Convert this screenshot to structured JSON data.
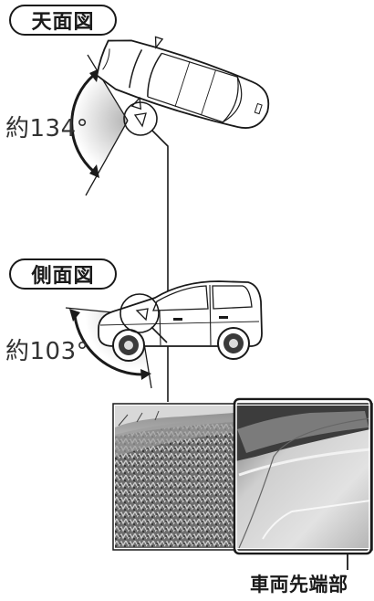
{
  "labels": {
    "top_view": "天面図",
    "side_view": "側面図",
    "top_angle": "約134°",
    "side_angle": "約103°",
    "front_end": "車両先端部"
  },
  "icons": [
    "car-top-view-icon",
    "car-side-view-icon",
    "mirror-camera-icon"
  ],
  "colors": {
    "line": "#1a1a1a",
    "car_body": "#ffffff",
    "shade": "#9a9a9a"
  }
}
